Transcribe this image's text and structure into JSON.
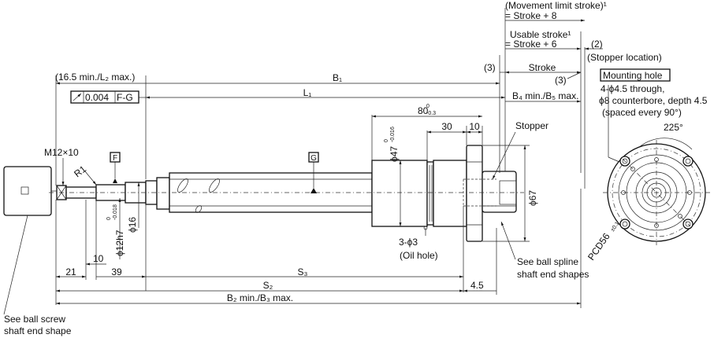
{
  "labels": {
    "movement_limit_stroke": "(Movement limit stroke)¹",
    "movement_limit_eq": "= Stroke + 8",
    "usable_stroke": "Usable stroke¹",
    "usable_stroke_eq": "= Stroke + 6",
    "paren_2": "(2)",
    "stopper_location": "(Stopper location)",
    "paren_3a": "(3)",
    "stroke": "Stroke",
    "paren_3b": "(3)",
    "min_max_left": "(16.5 min./L₂ max.)",
    "b1": "B₁",
    "l1": "L₁",
    "b4_b5": "B₄ min./B₅ max.",
    "tolerance_value": "0.004",
    "tolerance_datum": "F-G",
    "dim_80": "80",
    "dim_80_tol_top": "0",
    "dim_80_tol_bot": "-0.3",
    "dim_30": "30",
    "dim_10a": "10",
    "stopper": "Stopper",
    "mounting_hole_title": "Mounting hole",
    "mounting_hole_line1": "4-ϕ4.5 through,",
    "mounting_hole_line2": "ϕ8 counterbore, depth 4.5",
    "mounting_hole_line3": "(spaced every 90°)",
    "angle_225": "225°",
    "pcd": "PCD56",
    "pcd_tol": "±0.1",
    "m12": "M12×10",
    "r1": "R1",
    "datum_f": "F",
    "datum_g": "G",
    "dia47": "ϕ47",
    "dia47_tol_top": "0",
    "dia47_tol_bot": "-0.016",
    "dia67": "ϕ67",
    "dia16": "ϕ16",
    "dia12h7": "ϕ12h7",
    "dia12h7_tol_top": "0",
    "dia12h7_tol_bot": "-0.018",
    "dim_10b": "10",
    "dim_21": "21",
    "dim_39": "39",
    "s3": "S₃",
    "oil_hole_count": "3-ϕ3",
    "oil_hole": "(Oil hole)",
    "see_spline_1": "See ball spline",
    "see_spline_2": "shaft end shapes",
    "s2": "S₂",
    "dim_45": "4.5",
    "b2_b3": "B₂ min./B₃ max.",
    "see_screw_1": "See ball screw",
    "see_screw_2": "shaft end shape"
  }
}
